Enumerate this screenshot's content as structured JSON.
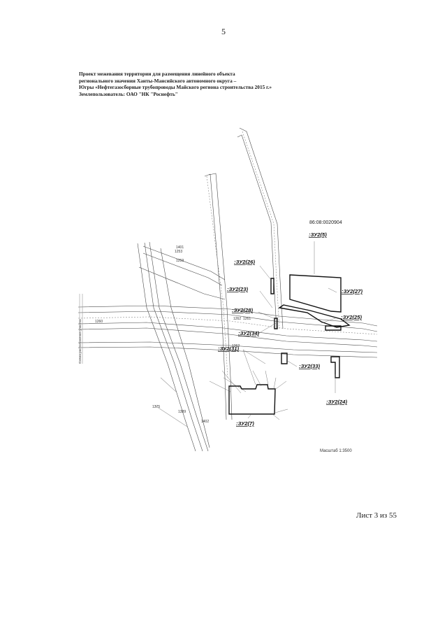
{
  "page_number": "5",
  "header": {
    "line1": "Проект межевания территории для размещения линейного объекта",
    "line2": "регионального значения Ханты-Мансийского автономного округа –",
    "line3": "Югры «Нефтегазосборные трубопроводы Майского региона строительства 2015 г.»",
    "line4": "Землепользователь: ОАО \"НК \"Роснефть\""
  },
  "map": {
    "cadastral_quarter": "86:08:0020904",
    "scale": "Масштаб 1:3500",
    "side_note": "Схема расположения участка",
    "parcels": [
      {
        "label": ":ЗУ2(5)"
      },
      {
        "label": ":ЗУ2(26)"
      },
      {
        "label": ":ЗУ2(23)"
      },
      {
        "label": ":ЗУ2(27)"
      },
      {
        "label": ":ЗУ2(28)"
      },
      {
        "label": ":ЗУ2(25)"
      },
      {
        "label": ":ЗУ2(34)"
      },
      {
        "label": ":ЗУ2(31)"
      },
      {
        "label": ":ЗУ2(33)"
      },
      {
        "label": ":ЗУ2(24)"
      },
      {
        "label": ":ЗУ2(7)"
      }
    ],
    "markers": [
      "1401",
      "1253",
      "1259",
      "1260",
      "1262",
      "1261",
      "1262",
      "1375",
      "1389",
      "1402"
    ]
  },
  "footer": {
    "sheet": "Лист 3  из 55"
  }
}
